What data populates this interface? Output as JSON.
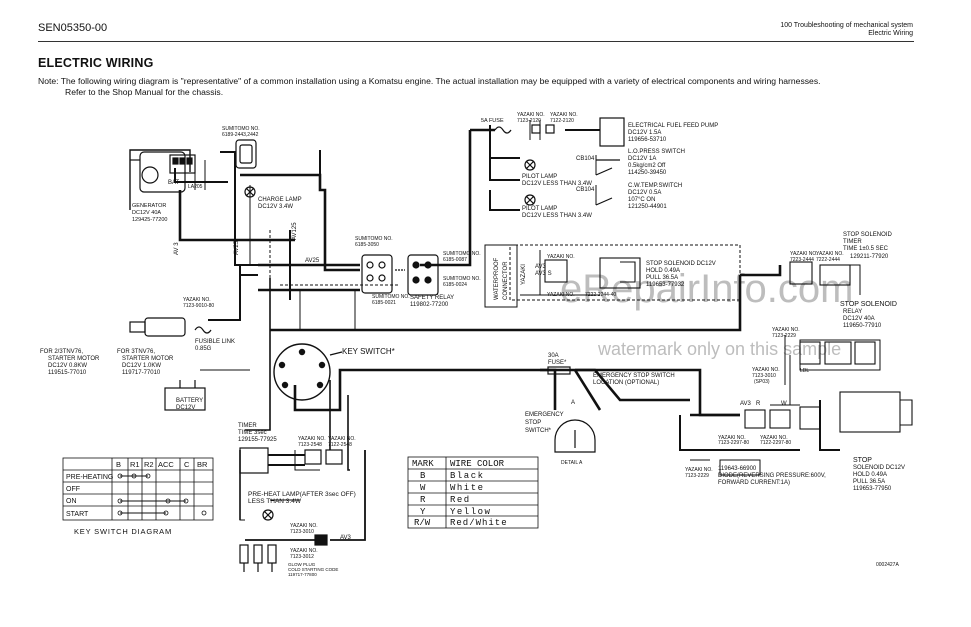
{
  "header": {
    "doc_id": "SEN05350-00",
    "section": "100 Troubleshooting of mechanical system",
    "subsection": "Electric Wiring"
  },
  "title": "ELECTRIC WIRING",
  "note": {
    "line1": "Note:  The following wiring diagram is \"representative\" of a common installation using a Komatsu engine. The actual installation may be equipped with a variety of electrical components and wiring harnesses.",
    "line2": "Refer to the Shop Manual for the chassis."
  },
  "watermarks": {
    "site": "eRepairInfo.com",
    "sample": "watermark only on this sample"
  },
  "labels": {
    "generator": "GENERATOR",
    "generator_spec": "DC12V 40A",
    "generator_part": "129425-77200",
    "bat": "BAT",
    "la205": "LA205",
    "charge_lamp": "CHARGE LAMP",
    "charge_lamp_spec": "DC12V 3.4W",
    "sumitomo_top": "SUMITOMO NO.",
    "sumitomo_top_no": "6189-2443,2442",
    "sumitomo_a": "SUMITOMO NO.",
    "sumitomo_a_no": "6185-3050",
    "sumitomo_b": "SUMITOMO NO.",
    "sumitomo_b_no": "6185-0087",
    "sumitomo_c": "SUMITOMO NO.",
    "sumitomo_c_no": "6185-0021",
    "sumitomo_d": "SUMITOMO NO.",
    "sumitomo_d_no": "6185-0024",
    "safety_relay": "SAFETY RELAY",
    "safety_relay_part": "119802-77200",
    "fuse_5a": "5A FUSE",
    "yazaki1": "YAZAKI NO.",
    "yazaki1_no": "7123-2120",
    "yazaki2": "YAZAKI NO.",
    "yazaki2_no": "7122-2120",
    "fuel_pump": "ELECTRICAL FUEL FEED PUMP",
    "fuel_pump_spec": "DC12V 1.5A",
    "fuel_pump_part": "119656-53710",
    "lo_press": "L.O.PRESS SWITCH",
    "lo_press_spec": "DC12V 1A",
    "lo_press_spec2": "0.5kg/cm2 Off",
    "lo_press_part": "114250-39450",
    "cb104a": "CB104",
    "pilot_lamp1": "PILOT LAMP",
    "pilot_lamp1_spec": "DC12V LESS THAN 3.4W",
    "cb104b": "CB104",
    "cw_temp": "C.W.TEMP.SWITCH",
    "cw_temp_spec": "DC12V 0.5A",
    "cw_temp_spec2": "107°C ON",
    "cw_temp_part": "121250-44901",
    "pilot_lamp2": "PILOT LAMP",
    "pilot_lamp2_spec": "DC12V LESS THAN 3.4W",
    "waterproof": "WATERPROOF",
    "connector": "CONNECTOR",
    "yazaki_side": "YAZAKI",
    "stop_solenoid_box": "STOP SOLENOID DC12V",
    "ssb_hold": "HOLD 0.49A",
    "ssb_pull": "PULL 36.5A",
    "ssb_part": "119653-77932",
    "yazaki3": "YAZAKI NO.",
    "yazaki3_no": "7122-2244-40",
    "yazaki4": "YAZAKI NO.",
    "yazaki4_no": "7222-2244-40",
    "ssto_title": "STOP SOLENOID",
    "ssto_timer": "TIMER",
    "ssto_time": "TIME 1±0.5 SEC",
    "ssto_part": "129211-77920",
    "yazaki5": "YAZAKI NO.",
    "yazaki5_no": "7223-2444",
    "yazaki6": "YAZAKI NO.",
    "yazaki6_no": "7222-2444",
    "ss_relay_title": "STOP SOLENOID",
    "ss_relay": "RELAY",
    "ss_relay_spec": "DC12V 40A",
    "ss_relay_part": "119650-77910",
    "yazaki7": "YAZAKI NO.",
    "yazaki7_no": "7123-2229",
    "ldl": "LDL",
    "fuse30": "30A",
    "fuse30b": "FUSE*",
    "emg_title": "EMERGENCY STOP SWITCH",
    "emg_loc": "LOCATION (OPTIONAL)",
    "yazaki8": "YAZAKI NO.",
    "yazaki8_no": "7123-3010",
    "sp03": "(SP03)",
    "emg_switch": "EMERGENCY",
    "emg_switch2": "STOP",
    "emg_switch3": "SWITCH*",
    "detail_a": "DETAIL A",
    "yazaki9": "YAZAKI NO.",
    "yazaki9_no": "7123-2297-80",
    "yazaki10": "YAZAKI NO.",
    "yazaki10_no": "7122-2297-80",
    "yazaki11": "YAZAKI NO.",
    "yazaki11_no": "7123-2229",
    "diode_part": "119643-66900",
    "diode_spec": "DIODE(REVERSING PRESSURE:600V,",
    "diode_spec2": "FORWARD CURRENT:1A)",
    "stop_sol": "STOP",
    "stop_sol2": "SOLENOID DC12V",
    "stop_sol_hold": "HOLD 0.49A",
    "stop_sol_pull": "PULL 36.5A",
    "stop_sol_part": "119653-77950",
    "yazaki12": "YAZAKI NO.",
    "yazaki12_no": "7123-9010-80",
    "starter_a": "FOR 2/3TNV76,",
    "starter_a2": "STARTER MOTOR",
    "starter_a3": "DC12V 0.8KW",
    "starter_a4": "119515-77010",
    "starter_b": "FOR 3TNV76,",
    "starter_b2": "STARTER MOTOR",
    "starter_b3": "DC12V 1.0KW",
    "starter_b4": "119717-77010",
    "battery": "BATTERY",
    "battery_spec": "DC12V",
    "fusible": "FUSIBLE LINK",
    "fusible_spec": "0.85G",
    "key_switch": "KEY SWITCH*",
    "timer": "TIMER",
    "timer_time": "TIME 3sec",
    "timer_part": "129155-77925",
    "yazaki13": "YAZAKI NO.",
    "yazaki13_no": "7123-2548",
    "yazaki14": "YAZAKI NO.",
    "yazaki14_no": "7122-2548",
    "preheat_lamp": "PRE-HEAT LAMP(AFTER 3sec OFF)",
    "preheat_lamp_spec": "LESS THAN 3.4W",
    "yazaki15": "YAZAKI NO.",
    "yazaki15_no": "7123-3010",
    "yazaki16": "YAZAKI NO.",
    "yazaki16_no": "7123-3012",
    "glow_plug": "GLOW PLUG",
    "glow_spec": "COLD STARTING CODE",
    "glow_spec2": "119717-77800",
    "drawing_no": "0002427A",
    "key_switch_diagram": "KEY SWITCH DIAGRAM"
  },
  "wire_labels": {
    "av3": "AV 3",
    "av25": "AV25",
    "av125": "AV125",
    "av3b": "AV3",
    "av3s": "AV3 S",
    "r": "R",
    "w": "W",
    "b": "B",
    "a": "A"
  },
  "key_switch_table": {
    "columns": [
      "B",
      "R1",
      "R2",
      "ACC",
      "C",
      "BR"
    ],
    "rows": [
      "PRE-HEATING",
      "OFF",
      "ON",
      "START"
    ]
  },
  "wire_color_table": {
    "header_mark": "MARK",
    "header_color": "WIRE COLOR",
    "rows": [
      {
        "mark": "B",
        "color": "Black"
      },
      {
        "mark": "W",
        "color": "White"
      },
      {
        "mark": "R",
        "color": "Red"
      },
      {
        "mark": "Y",
        "color": "Yellow"
      },
      {
        "mark": "R/W",
        "color": "Red/White"
      }
    ]
  }
}
